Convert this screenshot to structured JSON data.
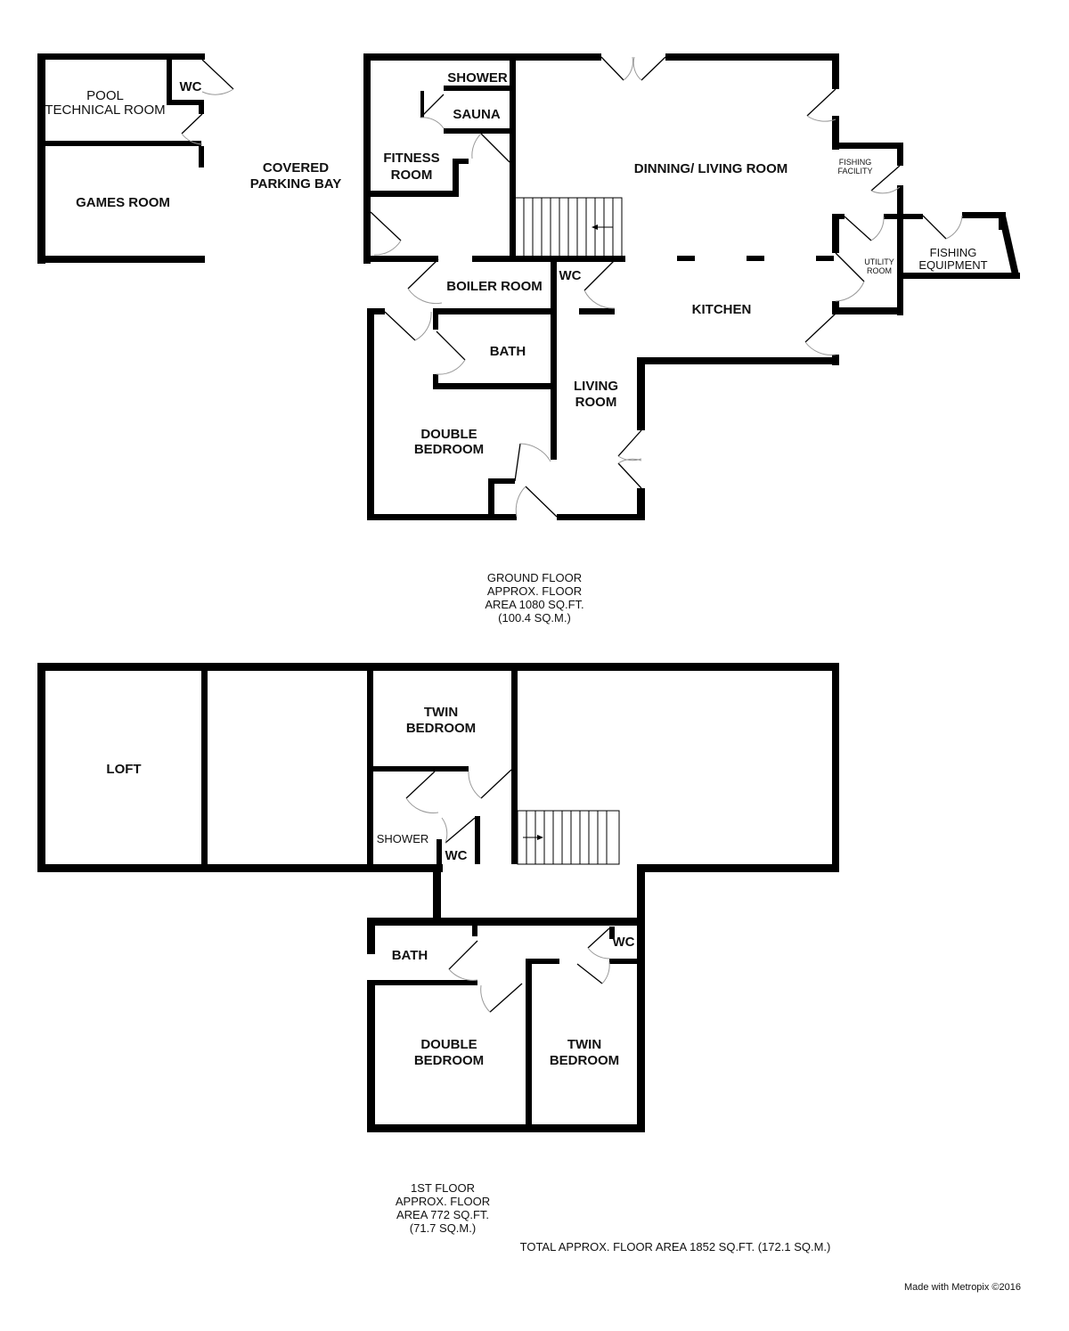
{
  "ground_floor": {
    "rooms": {
      "pool_technical": [
        "POOL",
        "TECHNICAL ROOM"
      ],
      "wc_pool": "WC",
      "games_room": "GAMES ROOM",
      "covered_parking": [
        "COVERED",
        "PARKING BAY"
      ],
      "shower": "SHOWER",
      "sauna": "SAUNA",
      "fitness_room": [
        "FITNESS",
        "ROOM"
      ],
      "dining_living": "DINNING/ LIVING ROOM",
      "fishing_facility": [
        "FISHING",
        "FACILITY"
      ],
      "utility_room": [
        "UTILITY",
        "ROOM"
      ],
      "fishing_equipment": [
        "FISHING",
        "EQUIPMENT"
      ],
      "boiler_room": "BOILER ROOM",
      "wc_main": "WC",
      "kitchen": "KITCHEN",
      "bath": "BATH",
      "living_room": [
        "LIVING",
        "ROOM"
      ],
      "double_bedroom": [
        "DOUBLE",
        "BEDROOM"
      ]
    },
    "area_caption": [
      "GROUND FLOOR",
      "APPROX. FLOOR",
      "AREA 1080 SQ.FT.",
      "(100.4 SQ.M.)"
    ]
  },
  "first_floor": {
    "rooms": {
      "loft": "LOFT",
      "twin_bedroom_top": [
        "TWIN",
        "BEDROOM"
      ],
      "shower": "SHOWER",
      "wc_top": "WC",
      "bath": "BATH",
      "wc_lower": "WC",
      "double_bedroom": [
        "DOUBLE",
        "BEDROOM"
      ],
      "twin_bedroom_lower": [
        "TWIN",
        "BEDROOM"
      ]
    },
    "area_caption": [
      "1ST FLOOR",
      "APPROX. FLOOR",
      "AREA 772 SQ.FT.",
      "(71.7 SQ.M.)"
    ]
  },
  "total_area": "TOTAL APPROX. FLOOR AREA 1852 SQ.FT. (172.1 SQ.M.)",
  "credit": "Made with Metropix ©2016"
}
